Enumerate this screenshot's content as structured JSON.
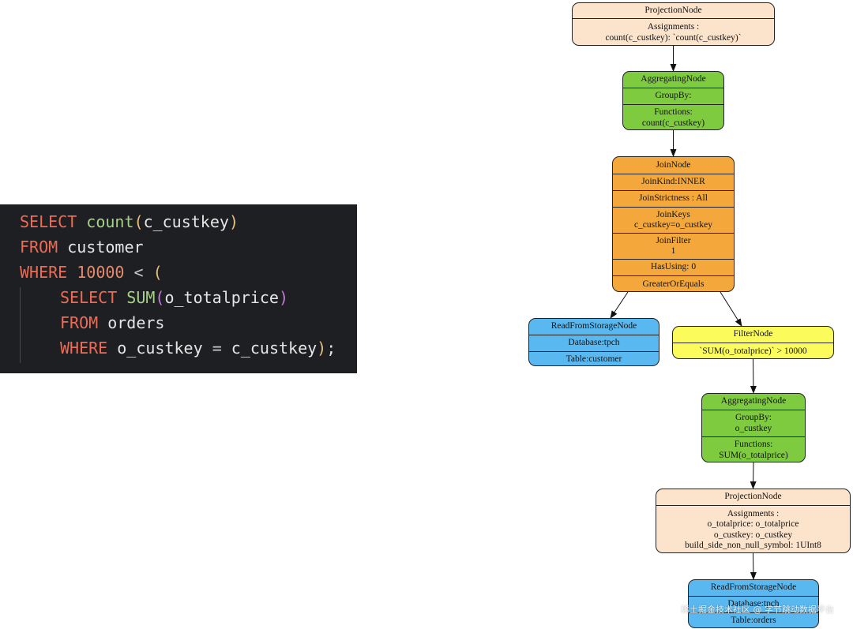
{
  "sql": {
    "lines": [
      [
        {
          "t": "SELECT",
          "c": "kw"
        },
        {
          "t": " "
        },
        {
          "t": "count",
          "c": "fn"
        },
        {
          "t": "(",
          "c": "p1"
        },
        {
          "t": "c_custkey",
          "c": "id"
        },
        {
          "t": ")",
          "c": "p1"
        }
      ],
      [
        {
          "t": "FROM",
          "c": "kw"
        },
        {
          "t": " "
        },
        {
          "t": "customer",
          "c": "id"
        }
      ],
      [
        {
          "t": "WHERE",
          "c": "kw"
        },
        {
          "t": " "
        },
        {
          "t": "10000",
          "c": "num"
        },
        {
          "t": " "
        },
        {
          "t": "<",
          "c": "op"
        },
        {
          "t": " "
        },
        {
          "t": "(",
          "c": "p1"
        }
      ],
      [
        {
          "t": "SELECT",
          "c": "kw"
        },
        {
          "t": " "
        },
        {
          "t": "SUM",
          "c": "fn"
        },
        {
          "t": "(",
          "c": "p2"
        },
        {
          "t": "o_totalprice",
          "c": "id"
        },
        {
          "t": ")",
          "c": "p2"
        }
      ],
      [
        {
          "t": "FROM",
          "c": "kw"
        },
        {
          "t": " "
        },
        {
          "t": "orders",
          "c": "id"
        }
      ],
      [
        {
          "t": "WHERE",
          "c": "kw"
        },
        {
          "t": " "
        },
        {
          "t": "o_custkey",
          "c": "id"
        },
        {
          "t": " "
        },
        {
          "t": "=",
          "c": "op"
        },
        {
          "t": " "
        },
        {
          "t": "c_custkey",
          "c": "id"
        },
        {
          "t": ")",
          "c": "p1"
        },
        {
          "t": ";",
          "c": "punct"
        }
      ]
    ]
  },
  "colors": {
    "peach": "#fce4cc",
    "green": "#7ecb3f",
    "orange": "#f4a83c",
    "blue": "#5ab8f0",
    "yellow": "#fbfb5c"
  },
  "plan": {
    "nodes": [
      {
        "id": "projection-top",
        "color": "peach",
        "sections": [
          [
            "ProjectionNode"
          ],
          [
            "Assignments :",
            "count(c_custkey): `count(c_custkey)`"
          ]
        ]
      },
      {
        "id": "aggregating-top",
        "color": "green",
        "sections": [
          [
            "AggregatingNode"
          ],
          [
            "GroupBy:"
          ],
          [
            "Functions:",
            "count(c_custkey)"
          ]
        ]
      },
      {
        "id": "join",
        "color": "orange",
        "sections": [
          [
            "JoinNode"
          ],
          [
            "JoinKind:INNER"
          ],
          [
            "JoinStrictness : All"
          ],
          [
            "JoinKeys",
            "c_custkey=o_custkey"
          ],
          [
            "JoinFilter",
            "1"
          ],
          [
            "HasUsing: 0"
          ],
          [
            "GreaterOrEquals"
          ]
        ]
      },
      {
        "id": "read-customer",
        "color": "blue",
        "sections": [
          [
            "ReadFromStorageNode"
          ],
          [
            "Database:tpch"
          ],
          [
            "Table:customer"
          ]
        ]
      },
      {
        "id": "filter",
        "color": "yellow",
        "sections": [
          [
            "FilterNode"
          ],
          [
            "`SUM(o_totalprice)` > 10000"
          ]
        ]
      },
      {
        "id": "aggregating-bottom",
        "color": "green",
        "sections": [
          [
            "AggregatingNode"
          ],
          [
            "GroupBy:",
            "o_custkey"
          ],
          [
            "Functions:",
            "SUM(o_totalprice)"
          ]
        ]
      },
      {
        "id": "projection-bottom",
        "color": "peach",
        "sections": [
          [
            "ProjectionNode"
          ],
          [
            "Assignments :",
            "o_totalprice: o_totalprice",
            "o_custkey: o_custkey",
            "build_side_non_null_symbol: 1UInt8"
          ]
        ]
      },
      {
        "id": "read-orders",
        "color": "blue",
        "sections": [
          [
            "ReadFromStorageNode"
          ],
          [
            "Database:tpch"
          ],
          [
            "Table:orders"
          ]
        ]
      }
    ],
    "edges": [
      [
        "projection-top",
        "aggregating-top"
      ],
      [
        "aggregating-top",
        "join"
      ],
      [
        "join",
        "read-customer"
      ],
      [
        "join",
        "filter"
      ],
      [
        "filter",
        "aggregating-bottom"
      ],
      [
        "aggregating-bottom",
        "projection-bottom"
      ],
      [
        "projection-bottom",
        "read-orders"
      ]
    ]
  },
  "watermark": "稀土掘金技术社区 @ 字节跳动数据平台"
}
